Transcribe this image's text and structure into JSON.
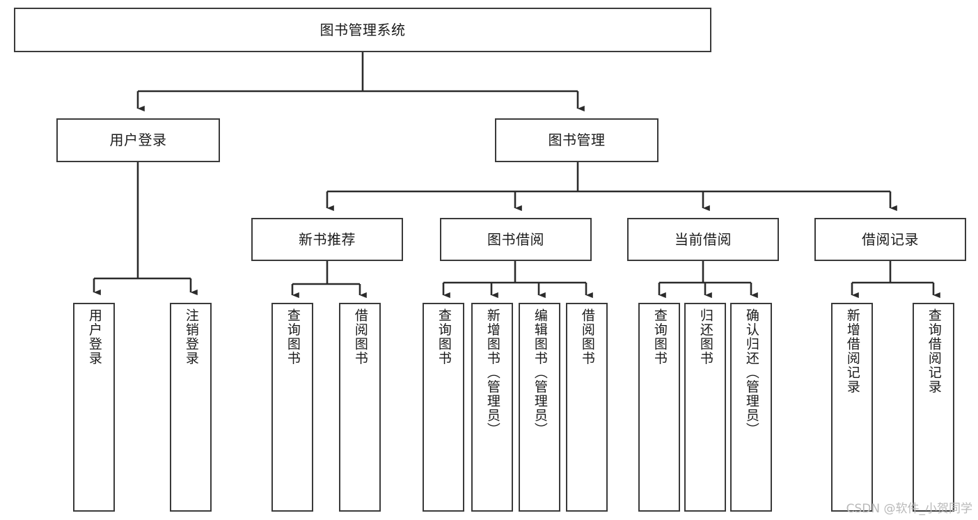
{
  "diagram": {
    "type": "tree-hierarchy",
    "title": "图书管理系统",
    "watermark": "CSDN @软件_小贺同学",
    "colors": {
      "background": "#ffffff",
      "box_border": "#3a3a3a",
      "box_fill": "#ffffff",
      "connector": "#2b2b2b",
      "text": "#1a1a1a",
      "watermark": "#b9b9b9"
    },
    "levels": {
      "root": {
        "label": "图书管理系统"
      },
      "level2": [
        {
          "label": "用户登录"
        },
        {
          "label": "图书管理"
        }
      ],
      "level3": [
        {
          "label": "新书推荐"
        },
        {
          "label": "图书借阅"
        },
        {
          "label": "当前借阅"
        },
        {
          "label": "借阅记录"
        }
      ],
      "leaves": {
        "user_login": [
          {
            "label": "用户登录"
          },
          {
            "label": "注销登录"
          }
        ],
        "new_book_recommend": [
          {
            "label": "查询图书"
          },
          {
            "label": "借阅图书"
          }
        ],
        "book_borrow": [
          {
            "label": "查询图书"
          },
          {
            "label": "新增图书（管理员）"
          },
          {
            "label": "编辑图书（管理员）"
          },
          {
            "label": "借阅图书"
          }
        ],
        "current_borrow": [
          {
            "label": "查询图书"
          },
          {
            "label": "归还图书"
          },
          {
            "label": "确认归还（管理员）"
          }
        ],
        "borrow_records": [
          {
            "label": "新增借阅记录"
          },
          {
            "label": "查询借阅记录"
          }
        ]
      }
    }
  }
}
